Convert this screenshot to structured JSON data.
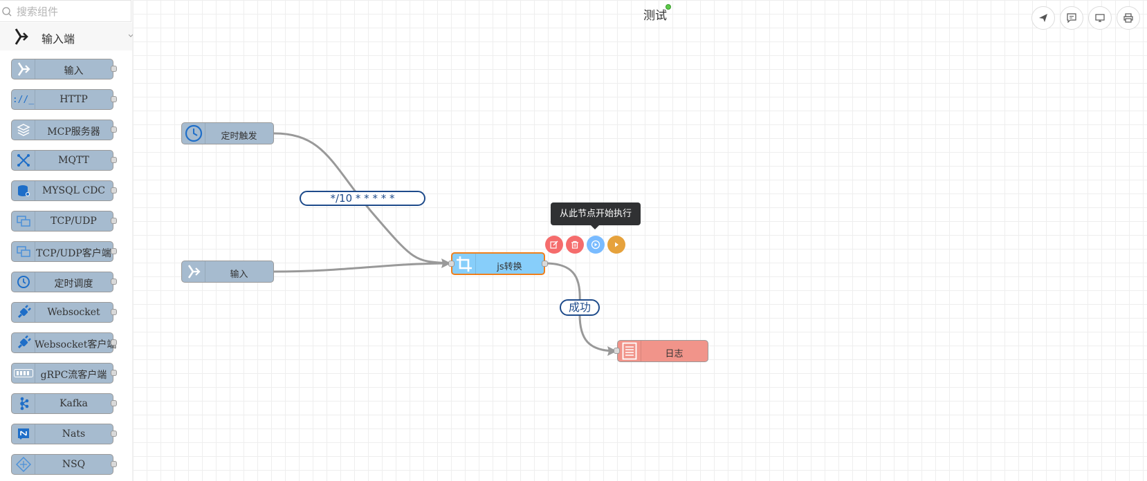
{
  "search": {
    "placeholder": "搜索组件"
  },
  "category": {
    "label": "输入端"
  },
  "palette": [
    {
      "label": "输入",
      "icon": "arrow-in-icon"
    },
    {
      "label": "HTTP",
      "icon": "http-icon"
    },
    {
      "label": "MCP服务器",
      "icon": "layers-icon"
    },
    {
      "label": "MQTT",
      "icon": "mqtt-icon"
    },
    {
      "label": "MYSQL CDC",
      "icon": "database-icon"
    },
    {
      "label": "TCP/UDP",
      "icon": "network-icon"
    },
    {
      "label": "TCP/UDP客户端",
      "icon": "network-icon"
    },
    {
      "label": "定时调度",
      "icon": "clock-icon"
    },
    {
      "label": "Websocket",
      "icon": "plug-icon"
    },
    {
      "label": "Websocket客户端",
      "icon": "plug-icon"
    },
    {
      "label": "gRPC流客户端",
      "icon": "grpc-icon"
    },
    {
      "label": "Kafka",
      "icon": "kafka-icon"
    },
    {
      "label": "Nats",
      "icon": "nats-icon"
    },
    {
      "label": "NSQ",
      "icon": "nsq-icon"
    }
  ],
  "canvas": {
    "title": "测试",
    "toolbar": [
      "send-icon",
      "comment-icon",
      "monitor-icon",
      "print-icon"
    ],
    "nodes": {
      "timer": {
        "label": "定时触发",
        "color": "#a6bbcf"
      },
      "input": {
        "label": "输入",
        "color": "#a6bbcf"
      },
      "js": {
        "label": "js转换",
        "color": "#87cefa",
        "selected_border": "#f07f1a"
      },
      "log": {
        "label": "日志",
        "color": "#f1948a"
      }
    },
    "edge_labels": {
      "cron": "*/10 * * * * *",
      "success": "成功"
    },
    "tooltip": "从此节点开始执行",
    "actions": [
      {
        "name": "edit-icon",
        "color": "#f56c6c"
      },
      {
        "name": "delete-icon",
        "color": "#f56c6c"
      },
      {
        "name": "run-from-here-icon",
        "color": "#79bbff"
      },
      {
        "name": "play-icon",
        "color": "#e6a23c"
      }
    ]
  }
}
